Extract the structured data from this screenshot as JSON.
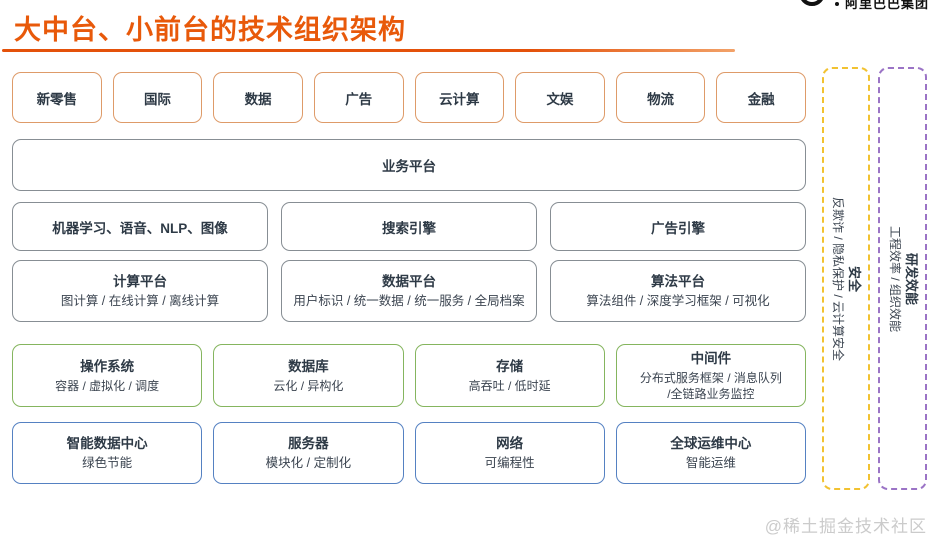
{
  "page": {
    "title": "大中台、小前台的技术组织架构",
    "watermark": "@稀土掘金技术社区",
    "logo_text": "阿里巴巴集团"
  },
  "colors": {
    "title_orange": "#E8590A",
    "orange_border": "#DE9B69",
    "gray_border": "#878E94",
    "green_border": "#85B55E",
    "blue_border": "#5581C2",
    "yellow_dashed": "#F2C231",
    "purple_dashed": "#9B74C6"
  },
  "business_units": [
    "新零售",
    "国际",
    "数据",
    "广告",
    "云计算",
    "文娱",
    "物流",
    "金融"
  ],
  "business_platform": {
    "label": "业务平台"
  },
  "engine_layer": [
    "机器学习、语音、NLP、图像",
    "搜索引擎",
    "广告引擎"
  ],
  "platform_layer": [
    {
      "title": "计算平台",
      "subtitle": "图计算 / 在线计算 / 离线计算"
    },
    {
      "title": "数据平台",
      "subtitle": "用户标识 / 统一数据 / 统一服务 / 全局档案"
    },
    {
      "title": "算法平台",
      "subtitle": "算法组件 / 深度学习框架 / 可视化"
    }
  ],
  "infra_layer": [
    {
      "title": "操作系统",
      "subtitle": "容器 / 虚拟化 / 调度"
    },
    {
      "title": "数据库",
      "subtitle": "云化 / 异构化"
    },
    {
      "title": "存储",
      "subtitle": "高吞吐 / 低时延"
    },
    {
      "title": "中间件",
      "subtitle": "分布式服务框架 / 消息队列\n/全链路业务监控"
    }
  ],
  "datacenter_layer": [
    {
      "title": "智能数据中心",
      "subtitle": "绿色节能"
    },
    {
      "title": "服务器",
      "subtitle": "模块化 / 定制化"
    },
    {
      "title": "网络",
      "subtitle": "可编程性"
    },
    {
      "title": "全球运维中心",
      "subtitle": "智能运维"
    }
  ],
  "side_columns": [
    {
      "title": "安全",
      "subtitle": "反欺诈 / 隐私保护 / 云计算安全"
    },
    {
      "title": "研发效能",
      "subtitle": "工程效率 / 组织效能"
    }
  ]
}
